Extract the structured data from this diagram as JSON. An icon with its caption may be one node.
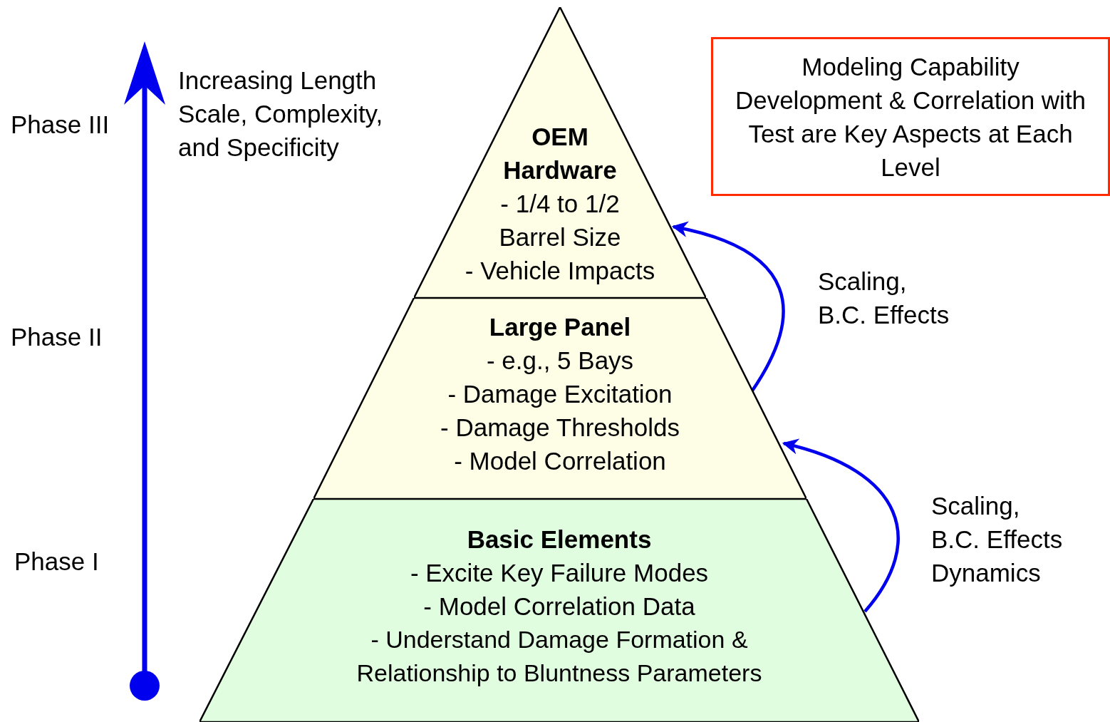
{
  "diagram": {
    "nodes": [
      {
        "text": [
          "OEM Hardware",
          "- 1/4 to 1/2 Barrel Size",
          "- Vehicle Impacts"
        ]
      },
      {
        "text": [
          "Large Panel",
          "- e.g., 5 Bays",
          "- Damage Excitation",
          "- Damage Thresholds",
          "- Model Correlation"
        ]
      },
      {
        "text": [
          "Basic Elements",
          "- Excite Key Failure Modes",
          "- Model Correlation Data",
          "- Understand Damage Formation & Relationship to Bluntness Parameters"
        ]
      },
      {
        "text": [
          "Modeling Capability Development & Correlation with Test are Key Aspects at Each Level"
        ]
      }
    ],
    "edges": [
      {
        "from": 2,
        "to": 1,
        "arrow": "to",
        "label": "Scaling, B.C. Effects Dynamics"
      },
      {
        "from": 1,
        "to": 0,
        "arrow": "to",
        "label": "Scaling, B.C. Effects"
      }
    ],
    "labels": [
      "Phase III",
      "Increasing Length Scale, Complexity, and Specificity",
      "Phase II",
      "Phase I"
    ]
  }
}
